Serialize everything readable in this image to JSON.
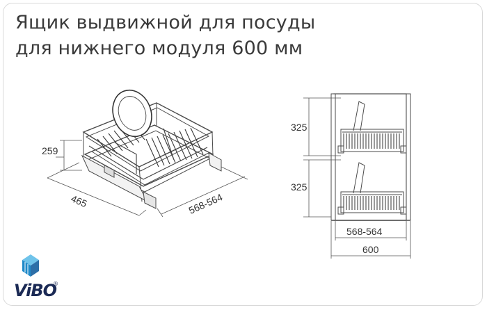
{
  "title": {
    "line1": "Ящик выдвижной для посуды",
    "line2": "для нижнего модуля 600 мм"
  },
  "dimensions": {
    "height_iso": "259",
    "depth_iso": "465",
    "width_iso": "568-564",
    "upper_tier": "325",
    "lower_tier": "325",
    "inner_width": "568-564",
    "cabinet_width": "600"
  },
  "logo": {
    "text": "ViBO",
    "mark": "®",
    "colors": {
      "cube_blue": "#1f8ac9",
      "cube_light": "#6fc3ea",
      "text": "#1b2a55"
    }
  }
}
